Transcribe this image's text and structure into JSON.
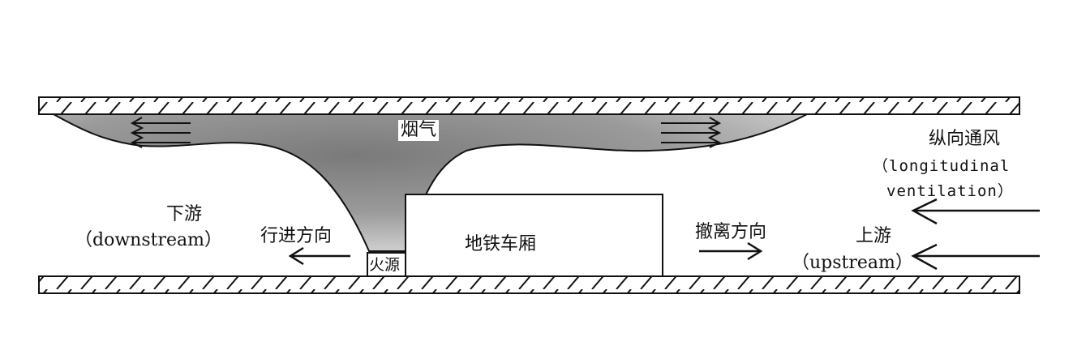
{
  "labels": {
    "smoke": "烟气",
    "fire_source": "火源",
    "subway_car": "地铁车厢",
    "downstream_cn": "下游",
    "downstream_en": "（downstream）",
    "travel_direction": "行进方向",
    "evacuation_direction": "撤离方向",
    "upstream_cn": "上游",
    "upstream_en": "（upstream）",
    "ventilation_cn": "纵向通风",
    "ventilation_en_1": "（longitudinal",
    "ventilation_en_2": "ventilation）"
  },
  "colors": {
    "line": "#111111",
    "smoke_dark": "#7a7a7a",
    "smoke_light": "#d8d8d8",
    "background": "#ffffff"
  }
}
